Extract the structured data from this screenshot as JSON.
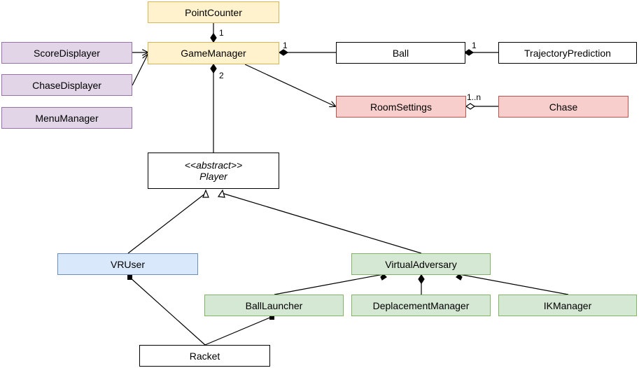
{
  "classes": {
    "point_counter": "PointCounter",
    "game_manager": "GameManager",
    "score_displayer": "ScoreDisplayer",
    "chase_displayer": "ChaseDisplayer",
    "menu_manager": "MenuManager",
    "ball": "Ball",
    "trajectory_prediction": "TrajectoryPrediction",
    "room_settings": "RoomSettings",
    "chase": "Chase",
    "player_stereotype": "<<abstract>>",
    "player": "Player",
    "vr_user": "VRUser",
    "virtual_adversary": "VirtualAdversary",
    "ball_launcher": "BallLauncher",
    "deplacement_manager": "DeplacementManager",
    "ik_manager": "IKManager",
    "racket": "Racket"
  },
  "multiplicities": {
    "gm_point_counter": "1",
    "gm_ball": "1",
    "ball_trajectory": "1",
    "gm_player": "2",
    "room_chase": "1..n"
  },
  "colors": {
    "yellow_fill": "#fff2cc",
    "purple_fill": "#e1d5e7",
    "red_fill": "#f8cecc",
    "blue_fill": "#dae8fc",
    "green_fill": "#d5e8d4"
  }
}
